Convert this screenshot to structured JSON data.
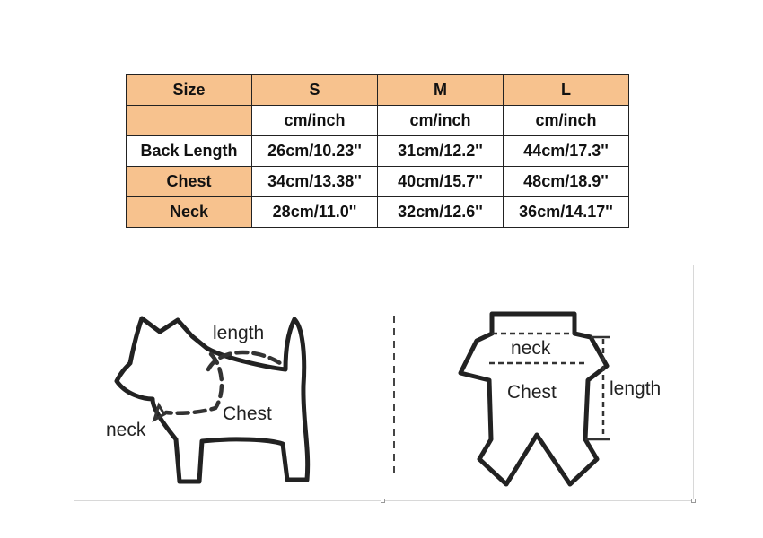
{
  "size_chart": {
    "header": [
      "Size",
      "S",
      "M",
      "L"
    ],
    "units": [
      "",
      "cm/inch",
      "cm/inch",
      "cm/inch"
    ],
    "rows": [
      [
        "Back Length",
        "26cm/10.23''",
        "31cm/12.2''",
        "44cm/17.3''"
      ],
      [
        "Chest",
        "34cm/13.38''",
        "40cm/15.7''",
        "48cm/18.9''"
      ],
      [
        "Neck",
        "28cm/11.0''",
        "32cm/12.6''",
        "36cm/14.17''"
      ]
    ]
  },
  "dog_diagram": {
    "length_label": "length",
    "chest_label": "Chest",
    "neck_label": "neck"
  },
  "garment_diagram": {
    "neck_label": "neck",
    "chest_label": "Chest",
    "length_label": "length"
  },
  "colors": {
    "header_fill": "#f7c28e",
    "line": "#222222"
  }
}
